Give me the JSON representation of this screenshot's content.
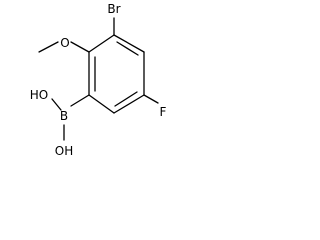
{
  "molecule": {
    "atoms": {
      "br": "Br",
      "o": "O",
      "b": "B",
      "oh_top": "HO",
      "oh_bottom": "OH",
      "f": "F"
    },
    "colors": {
      "bond": "#000000",
      "label": "#000000",
      "background": "#ffffff"
    }
  }
}
